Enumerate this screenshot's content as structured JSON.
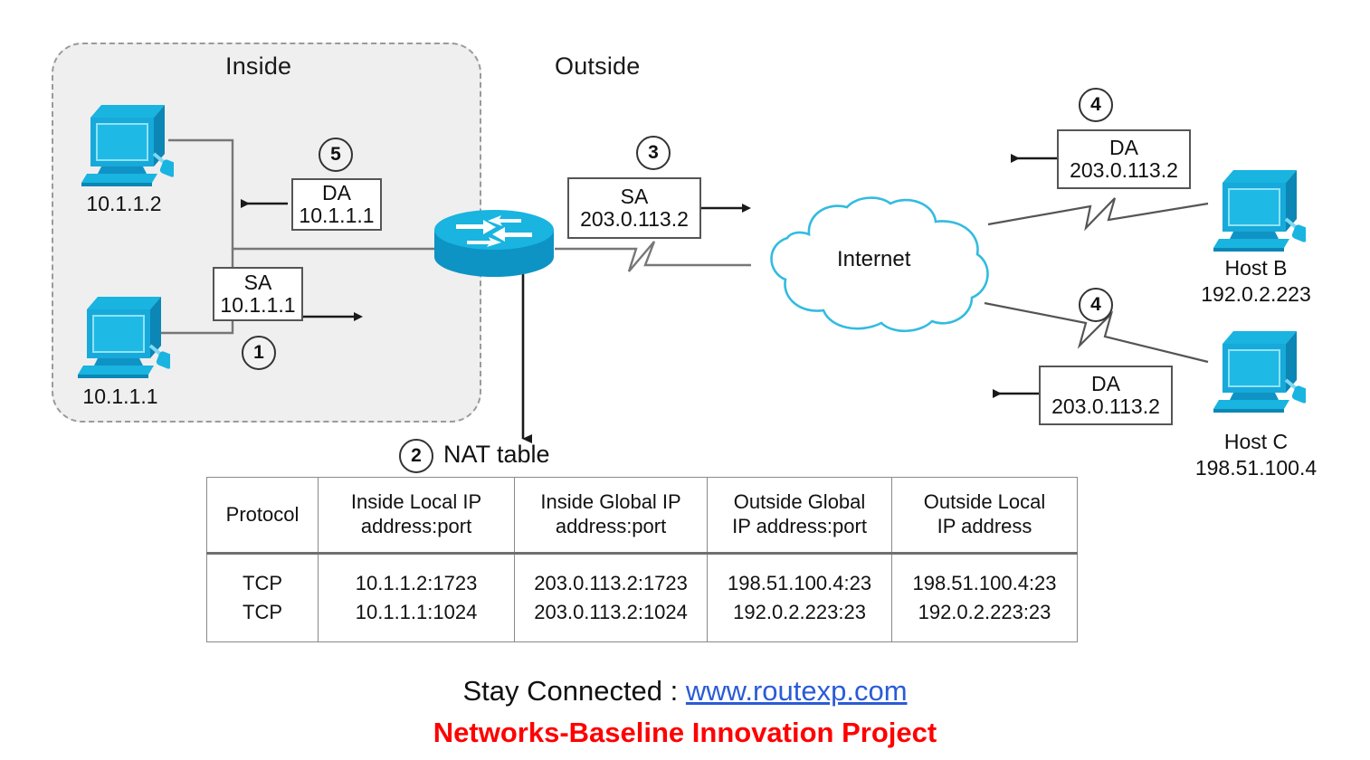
{
  "diagram": {
    "zones": {
      "inside_label": "Inside",
      "outside_label": "Outside"
    },
    "cloud": {
      "label": "Internet"
    },
    "inside_hosts": [
      {
        "name": "host-a2",
        "ip": "10.1.1.2"
      },
      {
        "name": "host-a1",
        "ip": "10.1.1.1"
      }
    ],
    "outside_hosts": [
      {
        "name": "Host B",
        "ip": "192.0.2.223"
      },
      {
        "name": "Host C",
        "ip": "198.51.100.4"
      }
    ],
    "packets": [
      {
        "id": "pkt-sa-inside",
        "type": "SA",
        "address": "10.1.1.1",
        "step": "1"
      },
      {
        "id": "pkt-sa-outside",
        "type": "SA",
        "address": "203.0.113.2",
        "step": "3"
      },
      {
        "id": "pkt-da-hostb",
        "type": "DA",
        "address": "203.0.113.2",
        "step": "4"
      },
      {
        "id": "pkt-da-hostc",
        "type": "DA",
        "address": "203.0.113.2",
        "step": "4"
      },
      {
        "id": "pkt-da-inside",
        "type": "DA",
        "address": "10.1.1.1",
        "step": "5"
      }
    ],
    "steps": {
      "s1": "1",
      "s2": "2",
      "s3": "3",
      "s4a": "4",
      "s4b": "4",
      "s5": "5"
    },
    "nat_table": {
      "title": "NAT table",
      "columns": [
        "Protocol",
        "Inside Local IP address:port",
        "Inside Global IP address:port",
        "Outside Global IP address:port",
        "Outside Local IP address"
      ],
      "columns_wrapped": [
        [
          "Protocol",
          ""
        ],
        [
          "Inside Local IP",
          "address:port"
        ],
        [
          "Inside Global IP",
          "address:port"
        ],
        [
          "Outside Global",
          "IP address:port"
        ],
        [
          "Outside Local",
          "IP address"
        ]
      ],
      "rows": [
        {
          "protocol": "TCP",
          "inside_local": "10.1.1.2:1723",
          "inside_global": "203.0.113.2:1723",
          "outside_global": "198.51.100.4:23",
          "outside_local": "198.51.100.4:23"
        },
        {
          "protocol": "TCP",
          "inside_local": "10.1.1.1:1024",
          "inside_global": "203.0.113.2:1024",
          "outside_global": "192.0.2.223:23",
          "outside_local": "192.0.2.223:23"
        }
      ]
    },
    "colors": {
      "device_blue": "#0fa3d8",
      "device_blue_dark": "#0d8cbb",
      "cloud_outline": "#33bbe0",
      "zone_fill": "#efefef",
      "zone_border": "#9a9a9a",
      "link_gray": "#555555",
      "footer_red": "#ff0000",
      "footer_link_blue": "#2a5bd7"
    }
  },
  "footer": {
    "prefix": "Stay Connected : ",
    "link": "www.routexp.com",
    "tagline": "Networks-Baseline Innovation Project"
  }
}
